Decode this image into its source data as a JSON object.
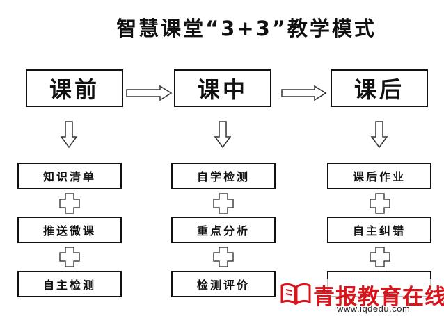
{
  "title": "智慧课堂“3+3”教学模式",
  "phases": [
    {
      "label": "课前",
      "steps": [
        "知识清单",
        "推送微课",
        "自主检测"
      ]
    },
    {
      "label": "课中",
      "steps": [
        "自学检测",
        "重点分析",
        "检测评价"
      ]
    },
    {
      "label": "课后",
      "steps": [
        "课后作业",
        "自主纠错",
        ""
      ]
    }
  ],
  "watermark": {
    "name": "青报教育在线",
    "url": "www.iqdedu.com",
    "color": "#d9141b"
  }
}
